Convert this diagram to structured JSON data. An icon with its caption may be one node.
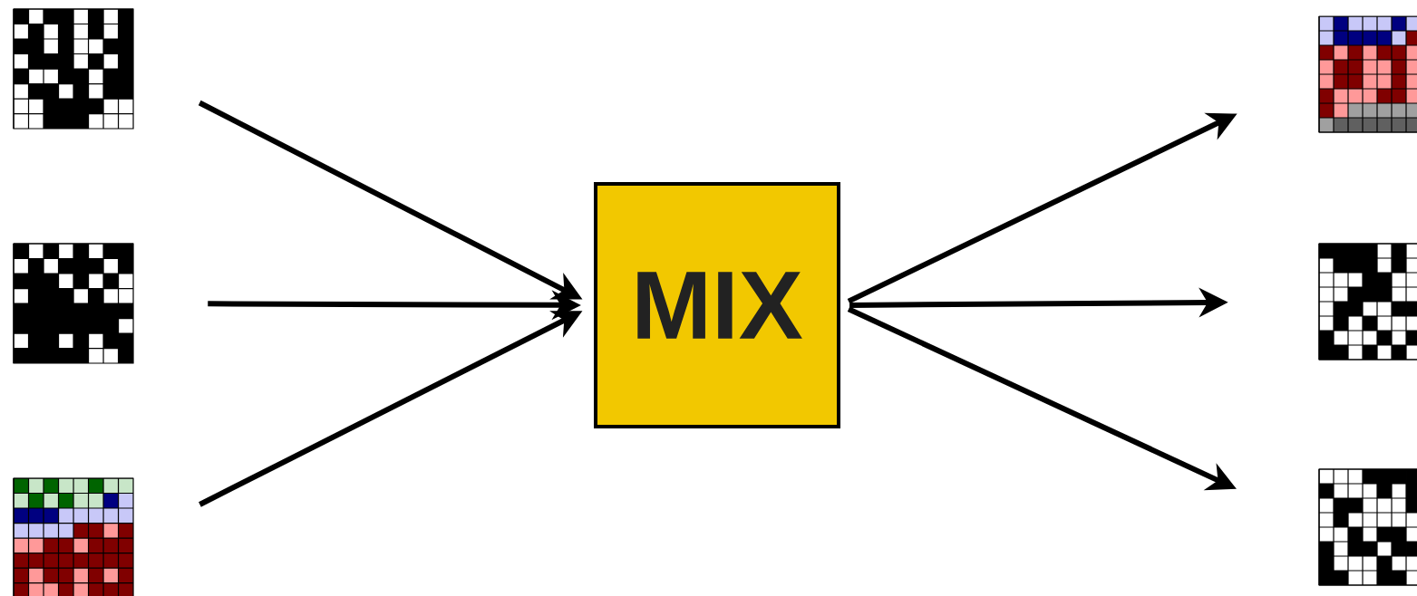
{
  "diagram": {
    "nodes": [
      {
        "text": [],
        "shape": "grid"
      },
      {
        "text": [],
        "shape": "grid"
      },
      {
        "text": [],
        "shape": "grid"
      },
      {
        "text": [
          "MIX"
        ]
      },
      {
        "text": [],
        "shape": "grid"
      },
      {
        "text": [],
        "shape": "grid"
      },
      {
        "text": [],
        "shape": "grid"
      }
    ],
    "edges": [
      {
        "from": 0,
        "to": 3,
        "arrow": "to"
      },
      {
        "from": 1,
        "to": 3,
        "arrow": "to"
      },
      {
        "from": 2,
        "to": 3,
        "arrow": "to"
      },
      {
        "from": 3,
        "to": 4,
        "arrow": "to"
      },
      {
        "from": 3,
        "to": 5,
        "arrow": "to"
      },
      {
        "from": 3,
        "to": 6,
        "arrow": "to"
      }
    ]
  }
}
